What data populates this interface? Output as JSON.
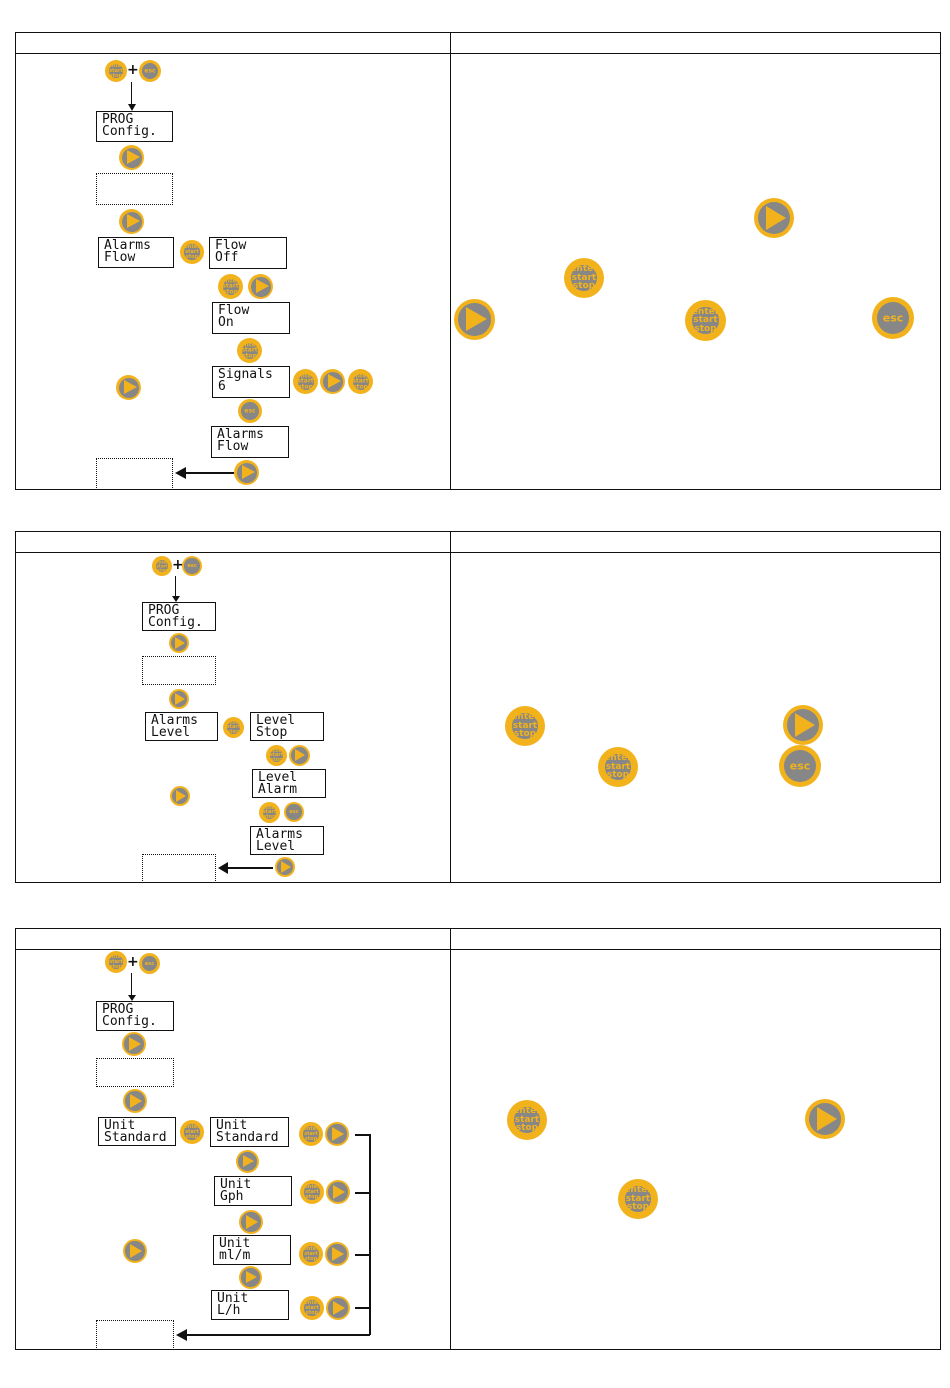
{
  "keys": {
    "enter_lines": [
      "enter",
      "start",
      "stop"
    ],
    "esc_label": "esc",
    "plus": "+"
  },
  "colors": {
    "key_yellow": "#f2b21c",
    "key_gray": "#878787"
  },
  "icons": [
    "enter-start-stop-key-icon",
    "esc-key-icon",
    "right-arrow-key-icon",
    "arrow-left-icon"
  ],
  "section1": {
    "prog": [
      "PROG",
      "Config."
    ],
    "alarms": [
      "Alarms",
      "Flow"
    ],
    "flow_off": [
      "Flow",
      "Off"
    ],
    "flow_on": [
      "Flow",
      "On"
    ],
    "signals": [
      "Signals",
      "6"
    ],
    "alarms2": [
      "Alarms",
      "Flow"
    ]
  },
  "section2": {
    "prog": [
      "PROG",
      "Config."
    ],
    "alarms": [
      "Alarms",
      "Level"
    ],
    "level_stop": [
      "Level",
      "Stop"
    ],
    "level_alarm": [
      "Level",
      "Alarm"
    ],
    "alarms2": [
      "Alarms",
      "Level"
    ]
  },
  "section3": {
    "prog": [
      "PROG",
      "Config."
    ],
    "unit": [
      "Unit",
      "Standard"
    ],
    "unit_std": [
      "Unit",
      "Standard"
    ],
    "unit_gph": [
      "Unit",
      "Gph"
    ],
    "unit_mlm": [
      "Unit",
      "ml/m"
    ],
    "unit_lh": [
      "Unit",
      "L/h"
    ]
  }
}
